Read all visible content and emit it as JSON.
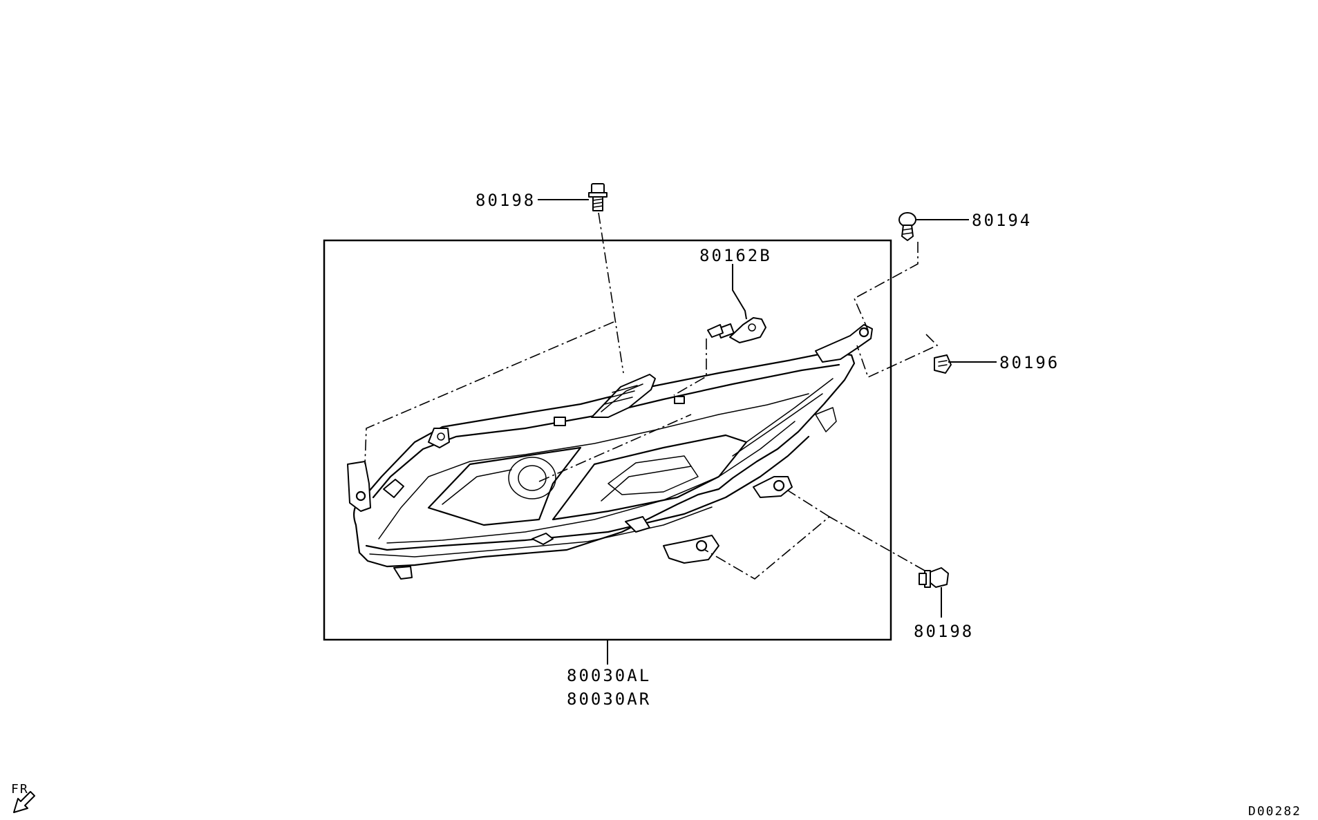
{
  "labels": {
    "bolt_top": "80198",
    "screw_top_right": "80194",
    "bulb": "80162B",
    "clip_right": "80196",
    "bolt_bottom": "80198",
    "assembly_left": "80030AL",
    "assembly_right": "80030AR",
    "front_indicator": "FR",
    "diagram_code": "D00282"
  }
}
